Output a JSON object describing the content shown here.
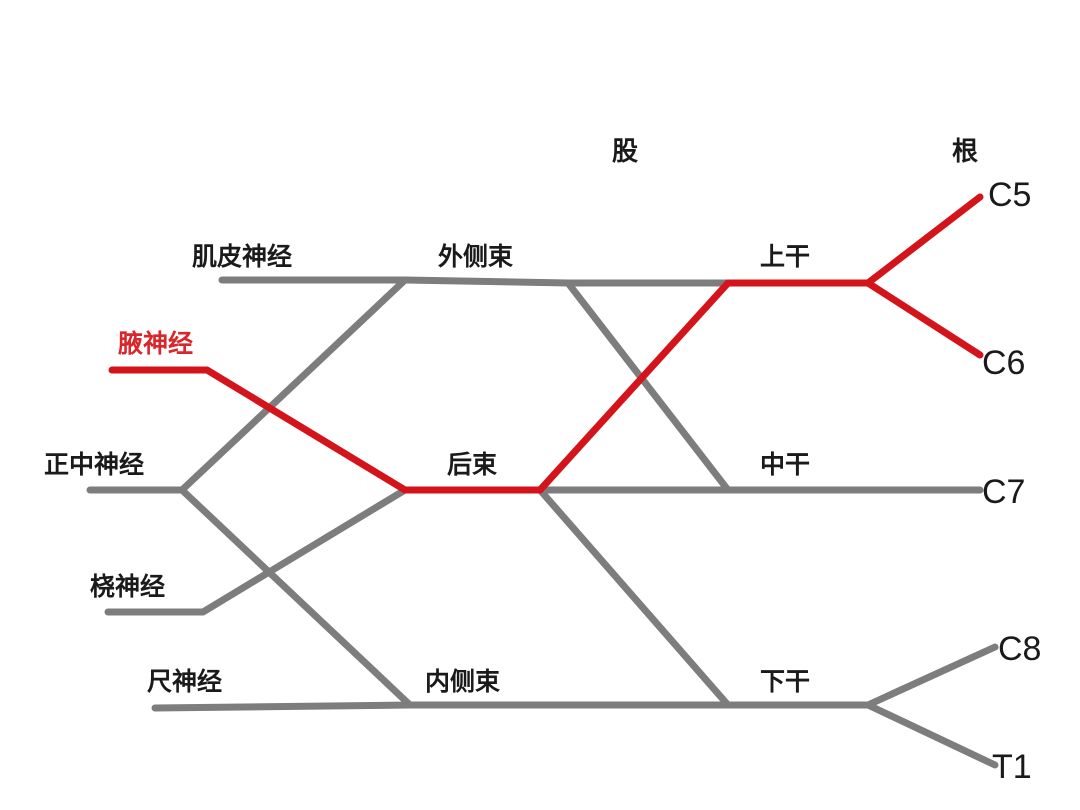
{
  "headers": {
    "division": "股",
    "root": "根"
  },
  "roots": {
    "c5": "C5",
    "c6": "C6",
    "c7": "C7",
    "c8": "C8",
    "t1": "T1"
  },
  "trunks": {
    "upper": "上干",
    "middle": "中干",
    "lower": "下干"
  },
  "cords": {
    "lateral": "外侧束",
    "posterior": "后束",
    "medial": "内侧束"
  },
  "nerves": {
    "musculocutaneous": "肌皮神经",
    "axillary": "腋神经",
    "median": "正中神经",
    "radial": "桡神经",
    "ulnar": "尺神经"
  },
  "colors": {
    "highlight": "#d4141b",
    "normal": "#7d7d7d",
    "highlight_label": "#d9262b"
  }
}
